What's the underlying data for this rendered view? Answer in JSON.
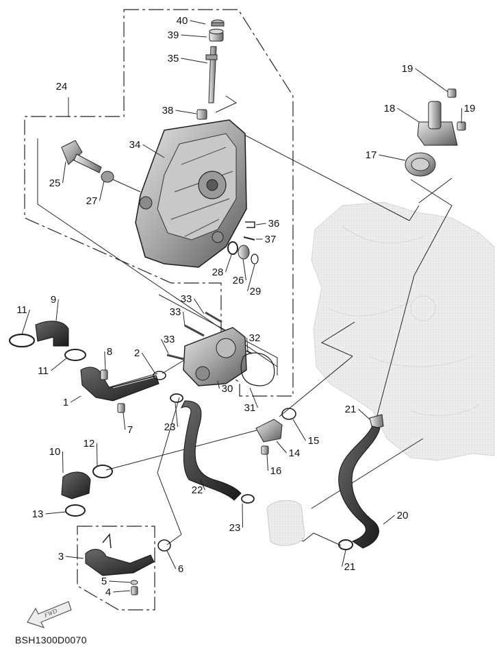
{
  "document_code": "BSH1300D0070",
  "fwd_badge": "FWD",
  "callouts": [
    {
      "num": "40"
    },
    {
      "num": "39"
    },
    {
      "num": "35"
    },
    {
      "num": "24"
    },
    {
      "num": "38"
    },
    {
      "num": "34"
    },
    {
      "num": "25"
    },
    {
      "num": "27"
    },
    {
      "num": "36"
    },
    {
      "num": "37"
    },
    {
      "num": "28"
    },
    {
      "num": "26"
    },
    {
      "num": "29"
    },
    {
      "num": "19"
    },
    {
      "num": "18"
    },
    {
      "num": "19"
    },
    {
      "num": "17"
    },
    {
      "num": "11"
    },
    {
      "num": "9"
    },
    {
      "num": "33"
    },
    {
      "num": "33"
    },
    {
      "num": "33"
    },
    {
      "num": "32"
    },
    {
      "num": "8"
    },
    {
      "num": "2"
    },
    {
      "num": "11"
    },
    {
      "num": "30"
    },
    {
      "num": "1"
    },
    {
      "num": "7"
    },
    {
      "num": "23"
    },
    {
      "num": "31"
    },
    {
      "num": "21"
    },
    {
      "num": "15"
    },
    {
      "num": "14"
    },
    {
      "num": "16"
    },
    {
      "num": "12"
    },
    {
      "num": "10"
    },
    {
      "num": "22"
    },
    {
      "num": "13"
    },
    {
      "num": "20"
    },
    {
      "num": "23"
    },
    {
      "num": "3"
    },
    {
      "num": "6"
    },
    {
      "num": "21"
    },
    {
      "num": "5"
    },
    {
      "num": "4"
    }
  ]
}
